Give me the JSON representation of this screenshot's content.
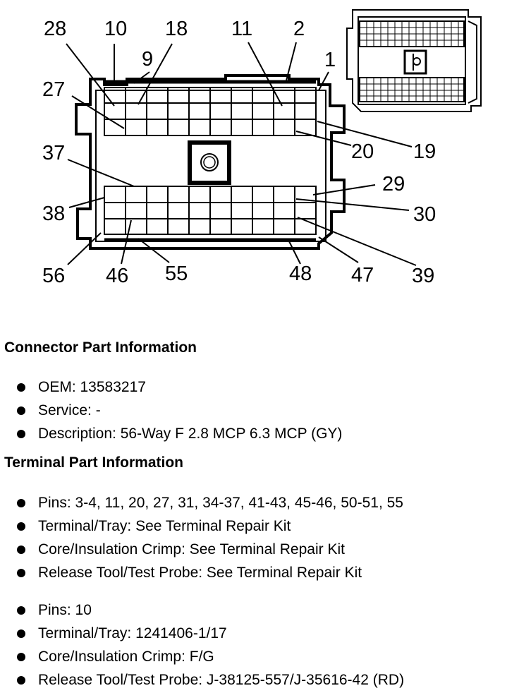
{
  "diagram": {
    "pin_labels": [
      "28",
      "10",
      "18",
      "11",
      "2",
      "9",
      "1",
      "27",
      "37",
      "38",
      "56",
      "46",
      "55",
      "48",
      "47",
      "39",
      "29",
      "30",
      "20",
      "19"
    ]
  },
  "connector_info": {
    "title": "Connector Part Information",
    "items": [
      "OEM: 13583217",
      "Service: -",
      "Description: 56-Way F 2.8 MCP 6.3 MCP (GY)"
    ]
  },
  "terminal_info": {
    "title": "Terminal Part Information",
    "group1": [
      "Pins: 3-4, 11, 20, 27, 31, 34-37, 41-43, 45-46, 50-51, 55",
      "Terminal/Tray: See Terminal Repair Kit",
      "Core/Insulation Crimp: See Terminal Repair Kit",
      "Release Tool/Test Probe: See Terminal Repair Kit"
    ],
    "group2": [
      "Pins: 10",
      "Terminal/Tray: 1241406-1/17",
      "Core/Insulation Crimp: F/G",
      "Release Tool/Test Probe: J-38125-557/J-35616-42 (RD)"
    ]
  }
}
